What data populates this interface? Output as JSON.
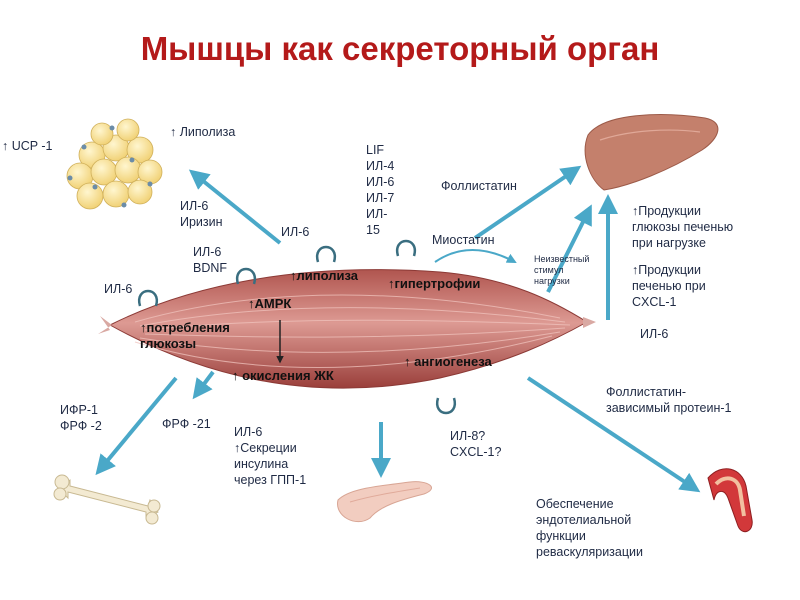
{
  "title": "Мышцы как секреторный орган",
  "labels": {
    "ucp": "↑ UCP -1",
    "lipolysis_top": "↑ Липолиза",
    "il6_irisin": "ИЛ-6\nИризин",
    "il6_bdnf": "ИЛ-6\nBDNF",
    "il6_a": "ИЛ-6",
    "il6_b": "ИЛ-6",
    "cytokines": "LIF\nИЛ-4\nИЛ-6\nИЛ-7\nИЛ-\n15",
    "follistatin": "Фоллистатин",
    "myostatin": "Миостатин",
    "unknown_stimulus": "Неизвестный\nстимул\nнагрузки",
    "liver_glucose": "↑Продукции\nглюкозы печенью\nпри нагрузке",
    "liver_cxcl": "↑Продукции\nпеченью при\nCXCL-1",
    "il6_liver": "ИЛ-6",
    "lipolysis_muscle": "↑липолиза",
    "hypertrophy": "↑гипертрофии",
    "ampk": "↑АМРК",
    "glucose_uptake": "↑потребления\nглюкозы",
    "fa_oxidation": "↑ окисления ЖК",
    "angiogenesis": "↑ ангиогенеза",
    "igf": "ИФР-1\nФРФ -2",
    "fgf21": "ФРФ -21",
    "insulin": "ИЛ-6\n↑Секреции\nинсулина\nчерез ГПП-1",
    "il8": "ИЛ-8?\nCXCL-1?",
    "fsp": "Фоллистатин-\nзависимый протеин-1",
    "endothelial": "Обеспечение\nэндотелиальной\nфункции\nреваскуляризации"
  },
  "icons": [
    "fat-tissue-icon",
    "liver-icon",
    "bone-icon",
    "pancreas-icon",
    "blood-vessel-icon",
    "muscle-icon"
  ],
  "colors": {
    "title": "#b41a1a",
    "muscle": "#c97c78",
    "arrow": "#4aa8c8",
    "fat": "#f6dc90",
    "liver": "#c4806c",
    "bone": "#f3ead2",
    "pancreas": "#f2cdc0"
  }
}
